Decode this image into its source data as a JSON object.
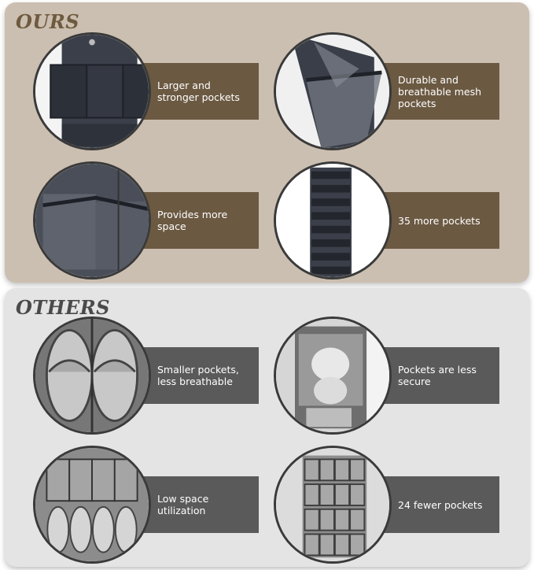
{
  "ours": {
    "title": "OURS",
    "features": [
      {
        "label": "Larger and stronger pockets"
      },
      {
        "label": "Durable and breathable mesh pockets"
      },
      {
        "label": "Provides more space"
      },
      {
        "label": "35 more pockets"
      }
    ]
  },
  "others": {
    "title": "OTHERS",
    "features": [
      {
        "label": "Smaller pockets, less breathable"
      },
      {
        "label": "Pockets are less secure"
      },
      {
        "label": "Low space utilization"
      },
      {
        "label": "24 fewer pockets"
      }
    ]
  },
  "colors": {
    "ours_panel": "#cbbfb1",
    "ours_label": "#6b5942",
    "ours_title": "#6e5a3e",
    "others_panel": "#e4e4e4",
    "others_label": "#5a5a5a",
    "others_title": "#4a4a4a"
  },
  "icons": [
    "dark-pockets-image",
    "mesh-pocket-image",
    "open-pocket-image",
    "tall-organizer-image",
    "slippers-image",
    "towel-mesh-image",
    "items-organizer-image",
    "grid-organizer-image"
  ]
}
